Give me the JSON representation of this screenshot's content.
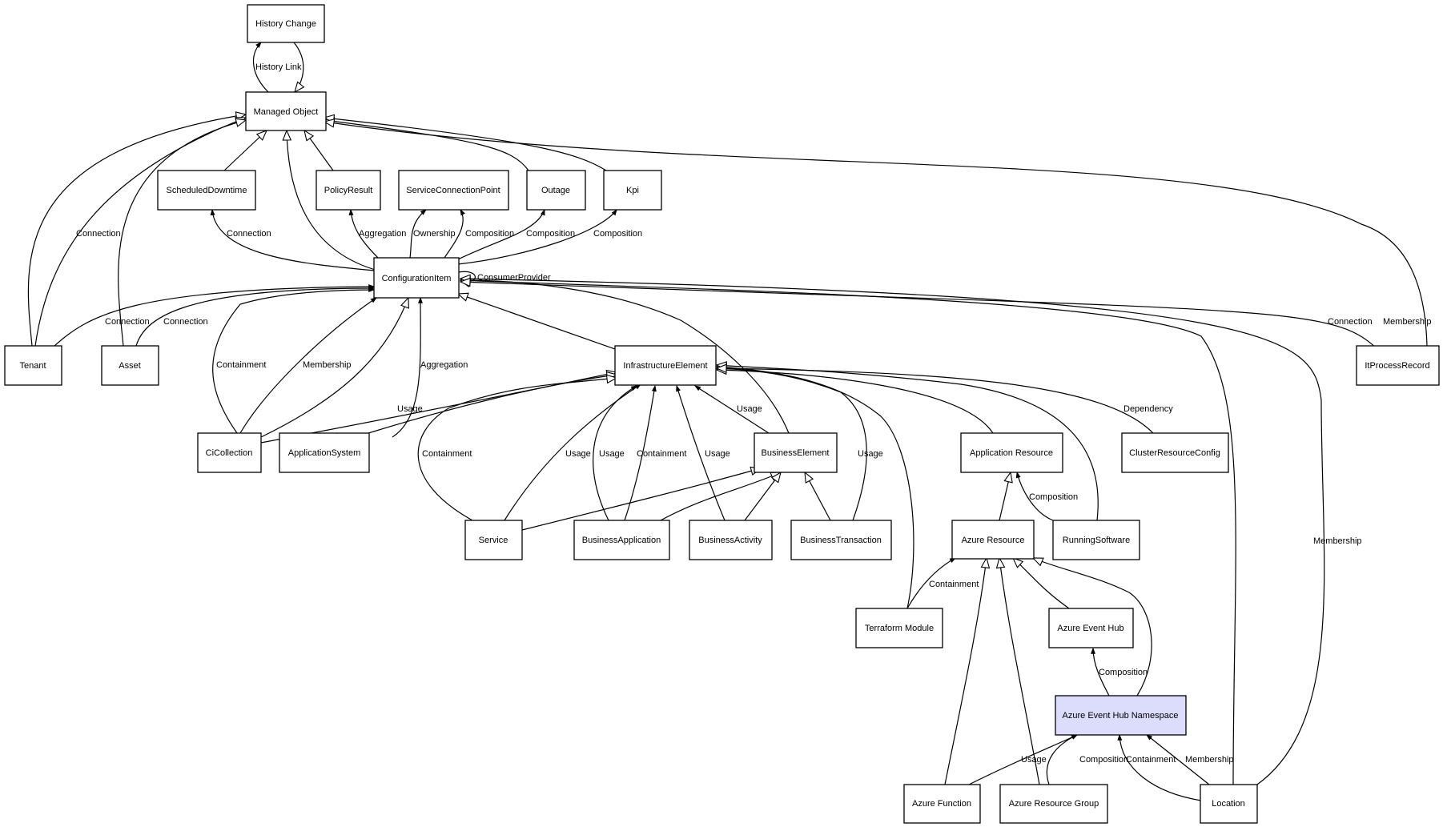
{
  "nodes": {
    "history_change": "History Change",
    "managed_object": "Managed Object",
    "scheduled_downtime": "ScheduledDowntime",
    "policy_result": "PolicyResult",
    "service_connection_point": "ServiceConnectionPoint",
    "outage": "Outage",
    "kpi": "Kpi",
    "configuration_item": "ConfigurationItem",
    "tenant": "Tenant",
    "asset": "Asset",
    "infrastructure_element": "InfrastructureElement",
    "it_process_record": "ItProcessRecord",
    "ci_collection": "CiCollection",
    "application_system": "ApplicationSystem",
    "business_element": "BusinessElement",
    "application_resource": "Application Resource",
    "cluster_resource_config": "ClusterResourceConfig",
    "service": "Service",
    "business_application": "BusinessApplication",
    "business_activity": "BusinessActivity",
    "business_transaction": "BusinessTransaction",
    "azure_resource": "Azure Resource",
    "running_software": "RunningSoftware",
    "terraform_module": "Terraform Module",
    "azure_event_hub": "Azure Event Hub",
    "azure_event_hub_namespace": "Azure Event Hub Namespace",
    "azure_function": "Azure Function",
    "azure_resource_group": "Azure Resource Group",
    "location": "Location"
  },
  "edge_labels": {
    "history_link": "History Link",
    "tenant_mo_connection": "Connection",
    "sd_connection": "Connection",
    "pr_aggregation": "Aggregation",
    "scp_ownership": "Ownership",
    "scp_composition": "Composition",
    "outage_composition": "Composition",
    "kpi_composition": "Composition",
    "consumer_provider": "ConsumerProvider",
    "tenant_ci_connection": "Connection",
    "asset_ci_connection": "Connection",
    "cicoll_containment": "Containment",
    "cicoll_membership": "Membership",
    "appsys_aggregation": "Aggregation",
    "itpr_connection": "Connection",
    "itpr_membership": "Membership",
    "cicoll_usage": "Usage",
    "be_usage": "Usage",
    "dependency": "Dependency",
    "service_containment": "Containment",
    "service_usage": "Usage",
    "ba_usage": "Usage",
    "ba_containment": "Containment",
    "bact_usage": "Usage",
    "bt_usage": "Usage",
    "rs_composition": "Composition",
    "tm_containment": "Containment",
    "location_membership": "Membership",
    "ehn_composition": "Composition",
    "af_usage": "Usage",
    "arg_composition": "Composition",
    "loc_containment": "Containment",
    "loc_membership": "Membership"
  },
  "colors": {
    "highlight_fill": "#dcdcfc",
    "line": "#000000"
  }
}
